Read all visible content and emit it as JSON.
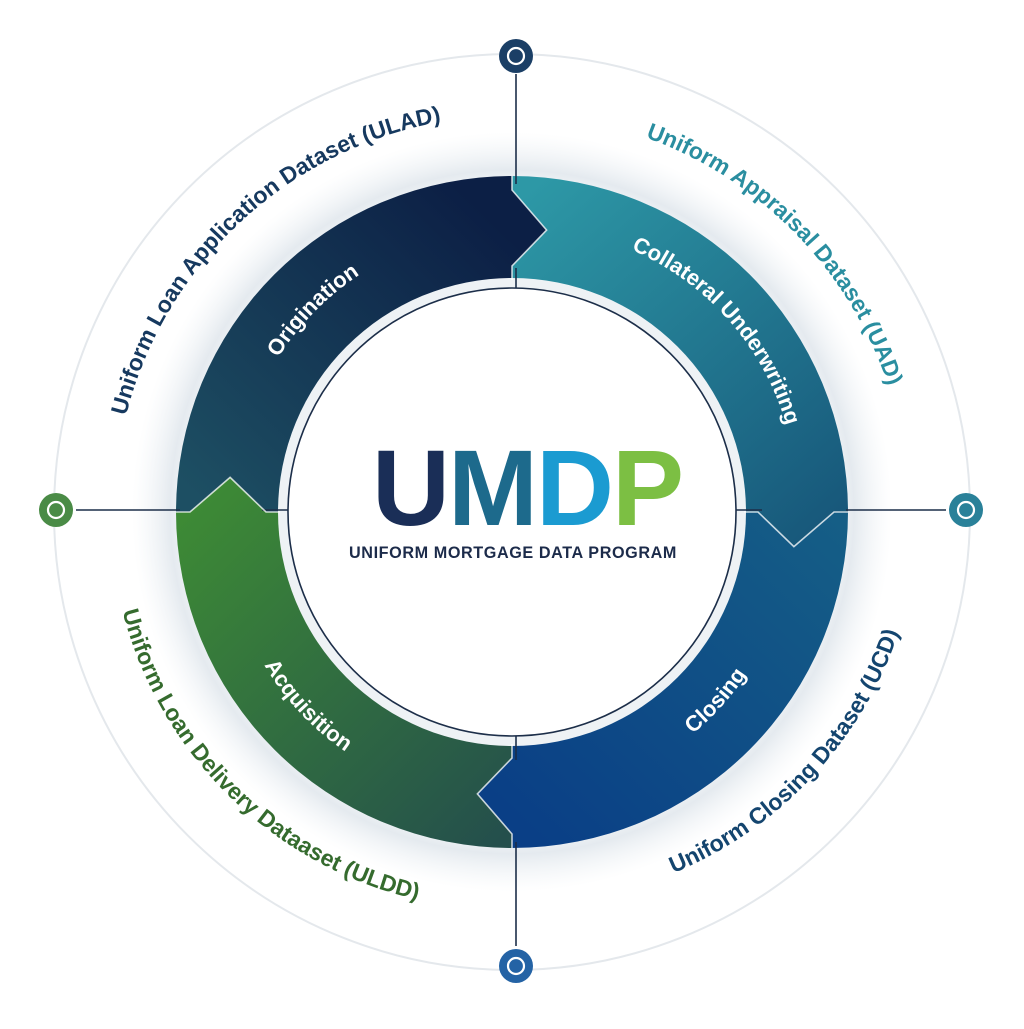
{
  "logo": {
    "letters": [
      {
        "char": "U",
        "color": "#1a2e57"
      },
      {
        "char": "M",
        "color": "#1d6a8c"
      },
      {
        "char": "D",
        "color": "#1b9bd1"
      },
      {
        "char": "P",
        "color": "#7cbf43"
      }
    ],
    "subtitle": "UNIFORM MORTGAGE DATA PROGRAM"
  },
  "segments": {
    "origination": "Origination",
    "collateral": "Collateral Underwriting",
    "closing": "Closing",
    "acquisition": "Acquisition"
  },
  "datasets": {
    "ulad": "Uniform Loan Application Dataset (ULAD)",
    "uad": "Uniform Appraisal Dataset (UAD)",
    "ucd": "Uniform Closing Dataset (UCD)",
    "uldd": "Uniform Loan Delivery Dataaset (ULDD)"
  },
  "colors": {
    "origination": "#0f2c4f",
    "collateral": "#2a8ea0",
    "closing": "#0e4a8a",
    "acquisition": "#3f7d33",
    "ulad_text": "#16395f",
    "uad_text": "#2a8ea0",
    "ucd_text": "#14456f",
    "uldd_text": "#356b2e",
    "node_top": "#1b3f66",
    "node_right": "#2a8199",
    "node_bottom": "#2463a5",
    "node_left": "#4a8b46"
  },
  "icons": {
    "node": "circle-node-icon"
  }
}
